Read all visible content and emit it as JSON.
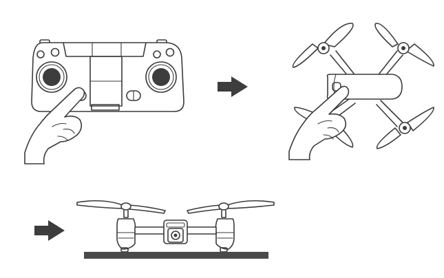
{
  "diagram": {
    "steps": [
      {
        "id": "step-1",
        "subject": "remote-controller-power-press"
      },
      {
        "id": "step-2",
        "subject": "drone-top-view-power-press"
      },
      {
        "id": "step-3",
        "subject": "drone-front-view-on-level-surface"
      }
    ],
    "colors": {
      "line": "#3a3a3a",
      "arrow": "#3d3d3d",
      "stick": "#3d3d3d",
      "ground": "#4a4a4a",
      "background": "#ffffff"
    },
    "icons": [
      "controller-icon",
      "hand-icon",
      "drone-icon",
      "arrow-right-icon"
    ]
  }
}
